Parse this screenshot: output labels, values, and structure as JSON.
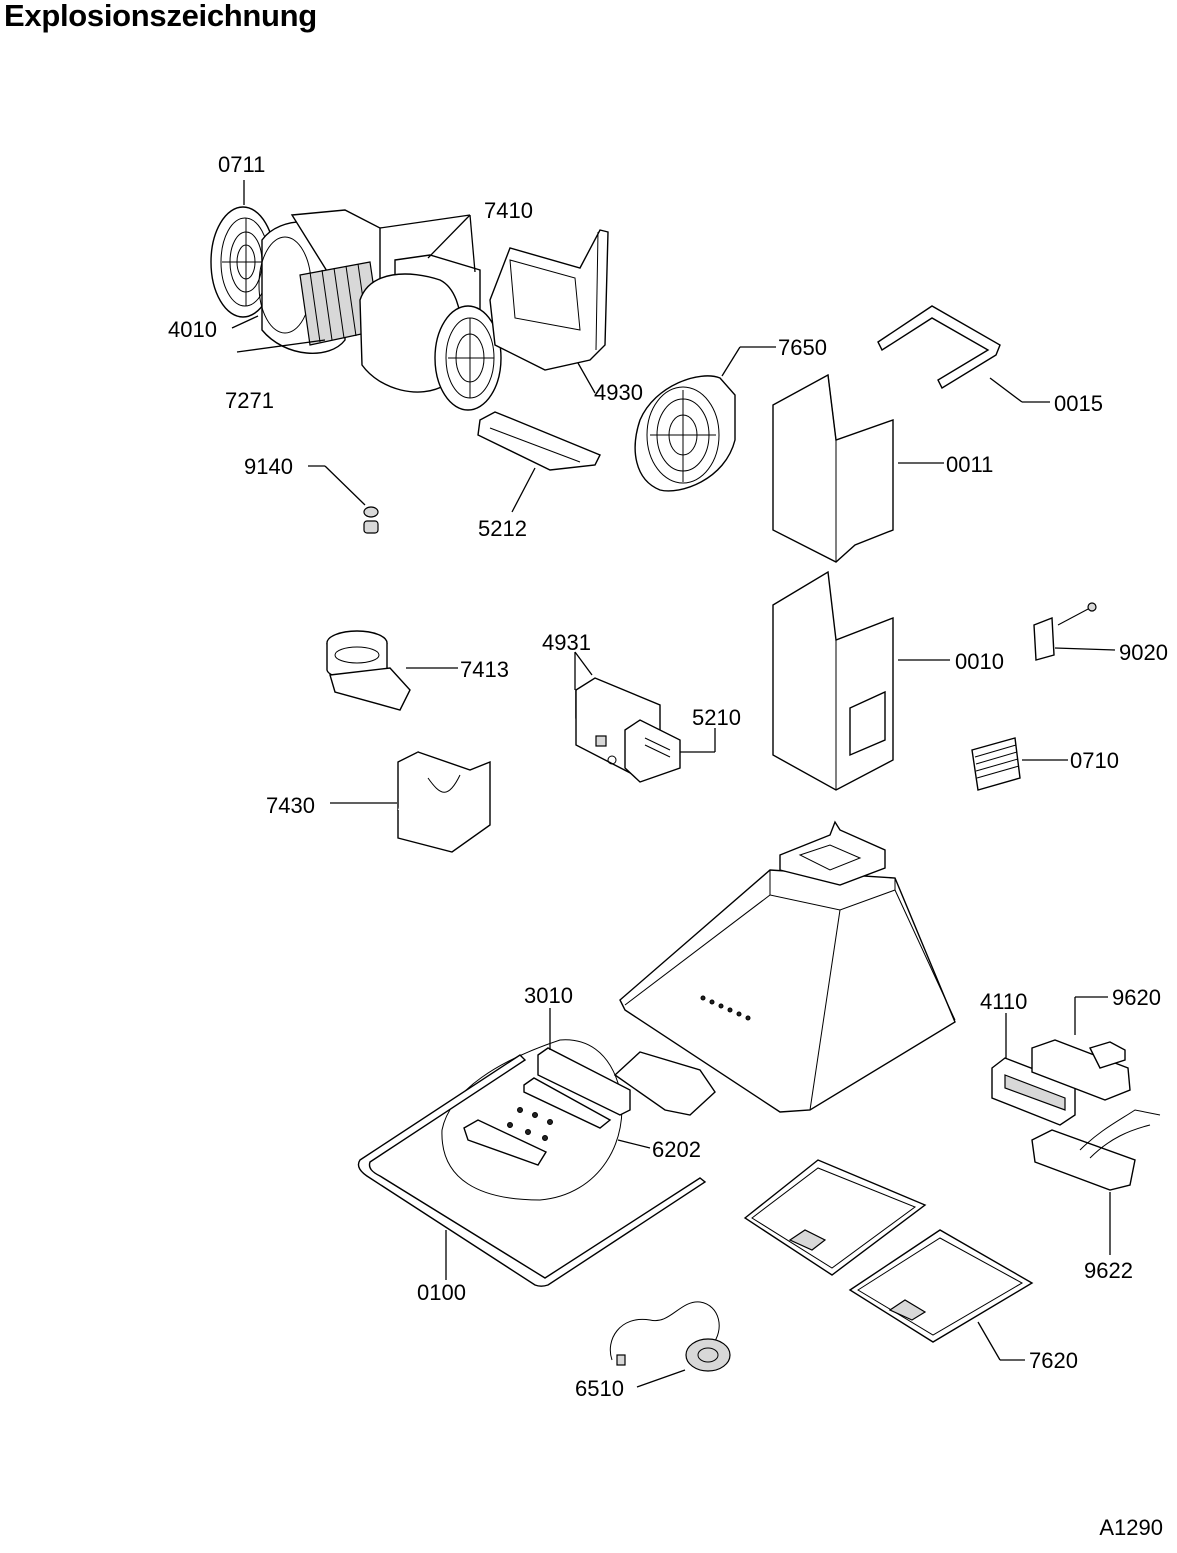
{
  "page": {
    "title": "Explosionszeichnung",
    "drawing_code": "A1290"
  },
  "part_labels": {
    "p0711": "0711",
    "p7410": "7410",
    "p4010": "4010",
    "p7271": "7271",
    "p4930": "4930",
    "p7650": "7650",
    "p0015": "0015",
    "p9140": "9140",
    "p5212": "5212",
    "p0011": "0011",
    "p7413": "7413",
    "p4931": "4931",
    "p5210": "5210",
    "p0010": "0010",
    "p9020": "9020",
    "p0710": "0710",
    "p7430": "7430",
    "p3010": "3010",
    "p4110": "4110",
    "p9620": "9620",
    "p6202": "6202",
    "p9622": "9622",
    "p0100": "0100",
    "p7620": "7620",
    "p6510": "6510"
  }
}
